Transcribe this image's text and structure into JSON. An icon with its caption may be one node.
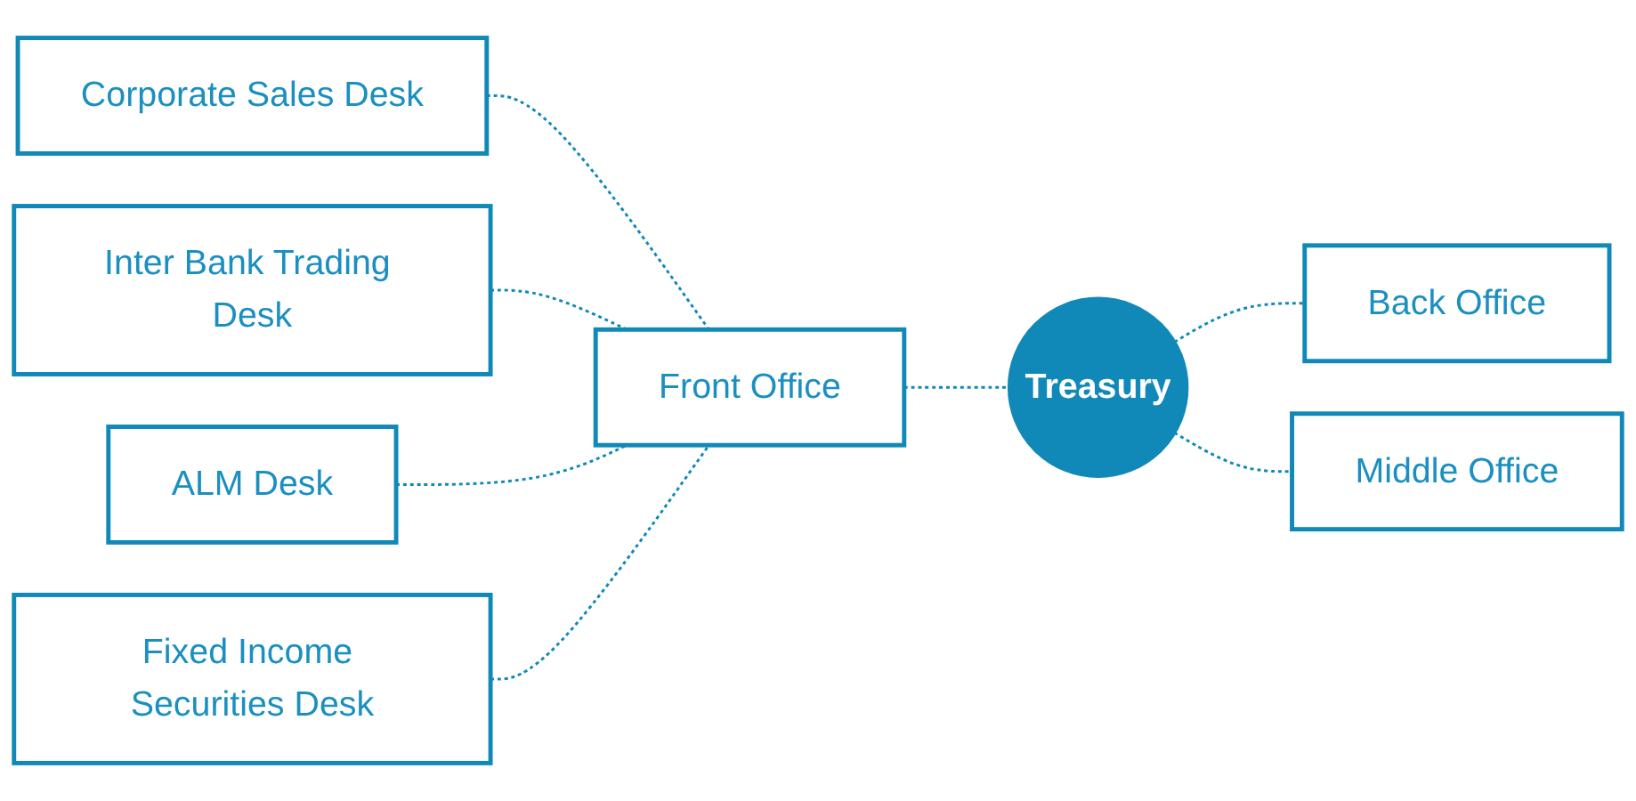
{
  "diagram": {
    "nodes": [
      {
        "text": [
          "Corporate Sales Desk"
        ]
      },
      {
        "text": [
          "Inter Bank Trading Desk"
        ]
      },
      {
        "text": [
          "ALM Desk"
        ]
      },
      {
        "text": [
          "Fixed Income Securities Desk"
        ]
      },
      {
        "text": [
          "Front Office"
        ]
      },
      {
        "text": [
          "Treasury"
        ]
      },
      {
        "text": [
          "Back Office"
        ]
      },
      {
        "text": [
          "Middle Office"
        ]
      }
    ],
    "edges": [
      {
        "from": 0,
        "to": 4,
        "arrow": "none",
        "style": "dashed"
      },
      {
        "from": 1,
        "to": 4,
        "arrow": "none",
        "style": "dashed"
      },
      {
        "from": 2,
        "to": 4,
        "arrow": "none",
        "style": "dashed"
      },
      {
        "from": 3,
        "to": 4,
        "arrow": "none",
        "style": "dashed"
      },
      {
        "from": 4,
        "to": 5,
        "arrow": "none",
        "style": "dashed"
      },
      {
        "from": 5,
        "to": 6,
        "arrow": "none",
        "style": "dashed"
      },
      {
        "from": 5,
        "to": 7,
        "arrow": "none",
        "style": "dashed"
      }
    ]
  }
}
